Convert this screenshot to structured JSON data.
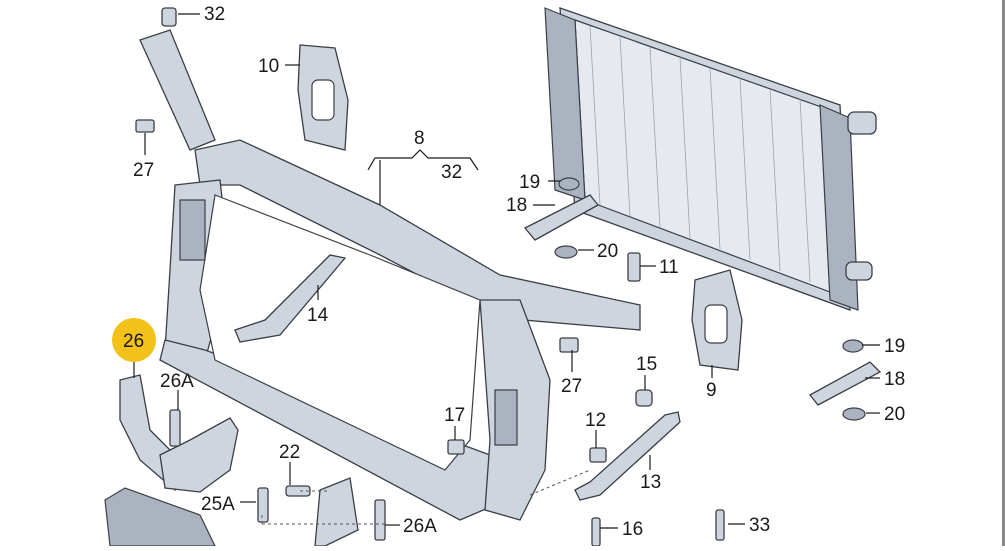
{
  "callouts": {
    "c32_top": "32",
    "c10": "10",
    "c27_left": "27",
    "c8": "8",
    "c32_mid": "32",
    "c19_top": "19",
    "c18_top": "18",
    "c20_top": "20",
    "c11": "11",
    "c14": "14",
    "c26": "26",
    "c26A_top": "26A",
    "c22": "22",
    "c25A": "25A",
    "c26A_bottom": "26A",
    "c17": "17",
    "c27_right": "27",
    "c15": "15",
    "c12": "12",
    "c13": "13",
    "c16": "16",
    "c9": "9",
    "c19_bottom": "19",
    "c18_bottom": "18",
    "c20_bottom": "20",
    "c33": "33"
  },
  "colors": {
    "highlight": "#f2c21b",
    "part_fill": "#cfd5de",
    "line": "#1a1a1a"
  }
}
